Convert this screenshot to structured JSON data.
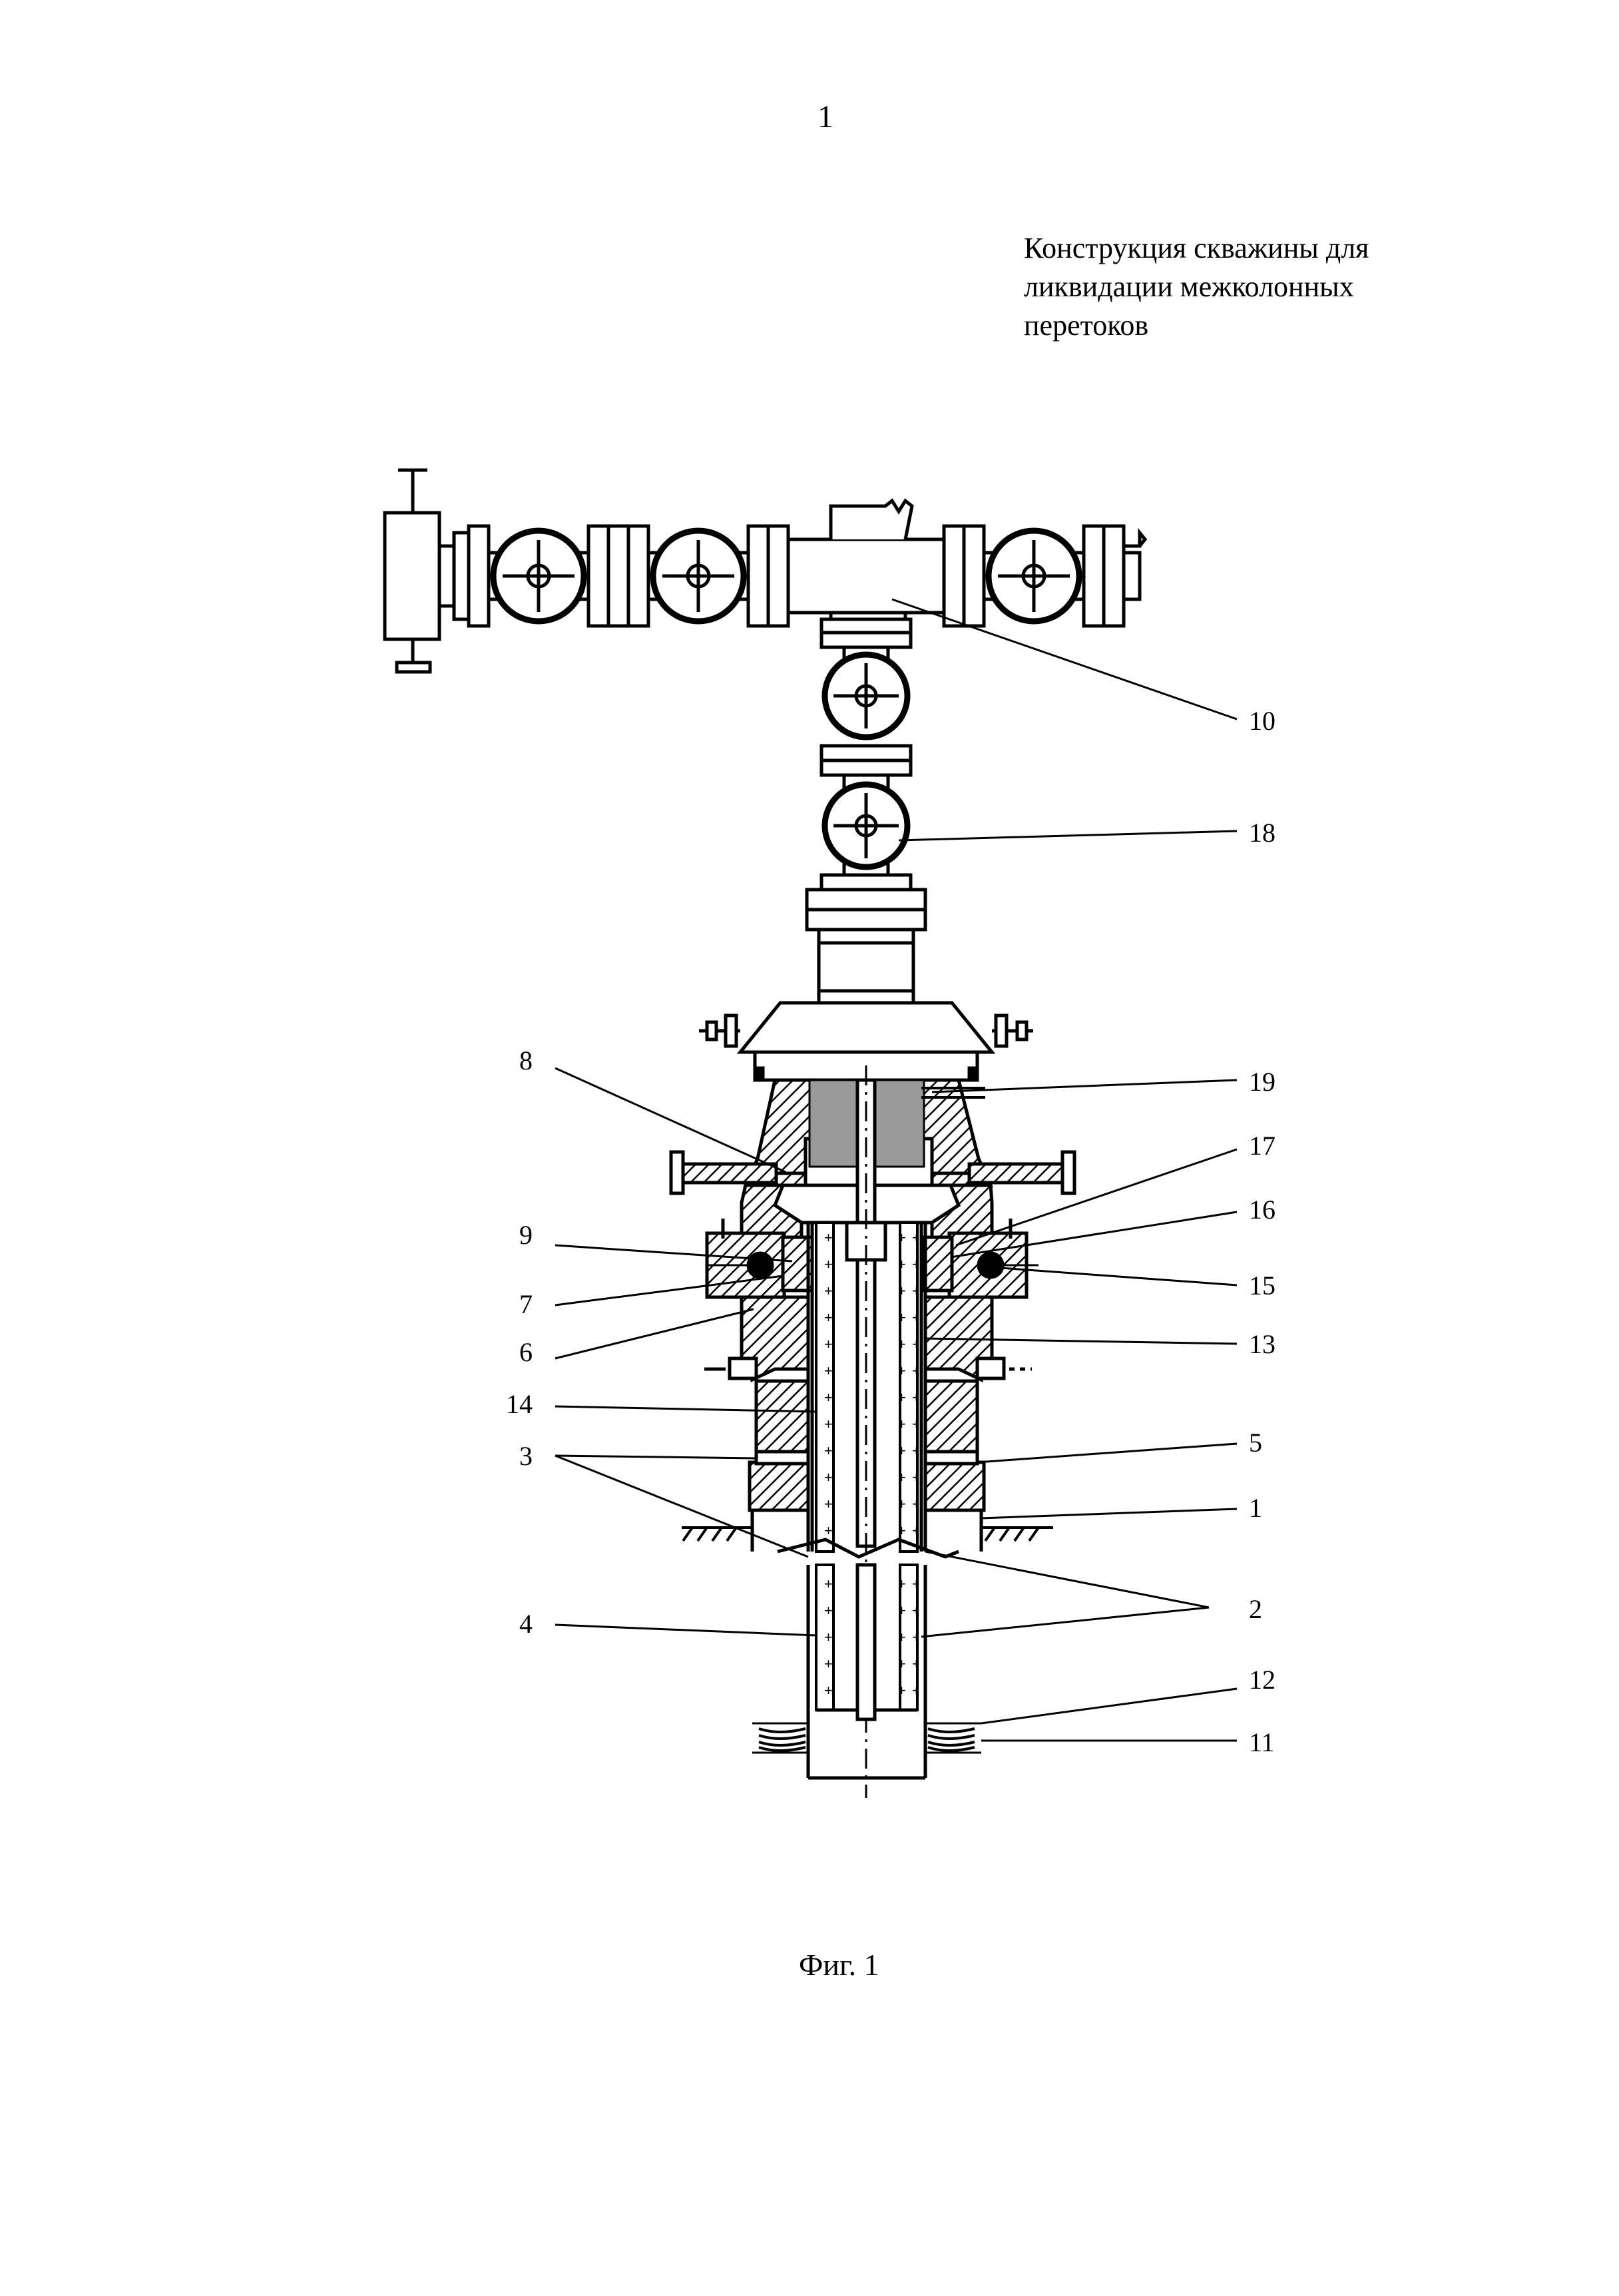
{
  "page_number": "1",
  "title_lines": [
    "Конструкция скважины для",
    "ликвидации межколонных",
    "перетоков"
  ],
  "caption": "Фиг. 1",
  "labels": {
    "l1": "1",
    "l2": "2",
    "l3": "3",
    "l4": "4",
    "l5": "5",
    "l6": "6",
    "l7": "7",
    "l8": "8",
    "l9": "9",
    "l10": "10",
    "l11": "11",
    "l12": "12",
    "l13": "13",
    "l14": "14",
    "l15": "15",
    "l16": "16",
    "l17": "17",
    "l18": "18",
    "l19": "19"
  },
  "colors": {
    "ink": "#000000",
    "seal_fill": "#9a9a9a",
    "paper": "#ffffff"
  }
}
